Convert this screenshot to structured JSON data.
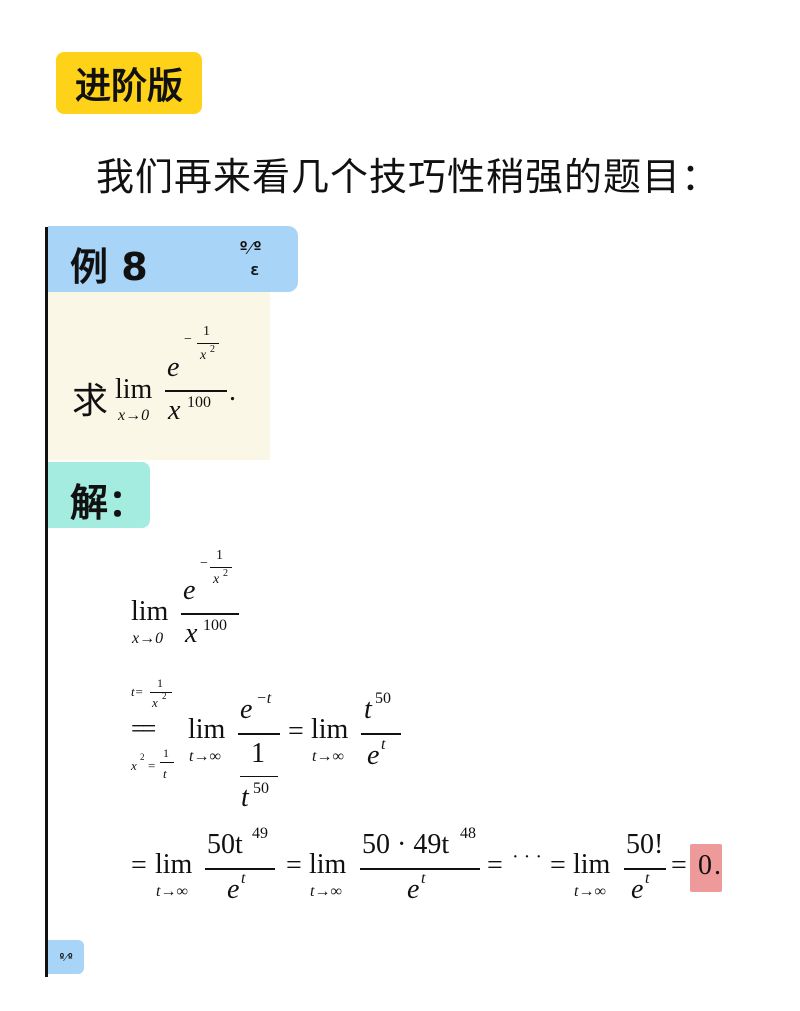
{
  "badge": {
    "label": "进阶版",
    "color": "#FFD21A"
  },
  "intro": {
    "text": "我们再来看几个技巧性稍强的题目："
  },
  "example": {
    "title": "例 8",
    "face_eyes": "º⁄º",
    "face_mouth": "ε",
    "problem_prefix": "求",
    "problem_expr": {
      "lim": "lim",
      "sub": "x→0",
      "num_base": "e",
      "num_exp_sign": "−",
      "num_exp_top": "1",
      "num_exp_bot": "x",
      "num_exp_bot_pow": "2",
      "den_base": "x",
      "den_pow": "100",
      "end": "."
    }
  },
  "solution": {
    "title": "解：",
    "line1": {
      "lim": "lim",
      "sub": "x→0",
      "num_base": "e",
      "num_exp_sign": "−",
      "num_exp_top": "1",
      "num_exp_bot": "x",
      "num_exp_bot_pow": "2",
      "den_base": "x",
      "den_pow": "100"
    },
    "line2": {
      "sub_above_lhs": "t=",
      "sub_above_top": "1",
      "sub_above_bot": "x",
      "sub_above_pow": "2",
      "eq": "==",
      "sub_below_lhs": "x",
      "sub_below_pow": "2",
      "sub_below_eq": "=",
      "sub_below_top": "1",
      "sub_below_bot": "t",
      "lim1": "lim",
      "lim1_sub": "t→∞",
      "num1_base": "e",
      "num1_exp": "−t",
      "den1_top": "1",
      "den1_bot": "t",
      "den1_pow": "50",
      "eq2": "=",
      "lim2": "lim",
      "lim2_sub": "t→∞",
      "num2_base": "t",
      "num2_pow": "50",
      "den2_base": "e",
      "den2_pow": "t"
    },
    "line3": {
      "eq1": "=",
      "lim1": "lim",
      "sub1": "t→∞",
      "num1": "50t",
      "num1_pow": "49",
      "den1_base": "e",
      "den1_pow": "t",
      "eq2": "=",
      "lim2": "lim",
      "sub2": "t→∞",
      "num2": "50 · 49t",
      "num2_pow": "48",
      "den2_base": "e",
      "den2_pow": "t",
      "eq3": "=",
      "dots": "· · ·",
      "eq4": "=",
      "lim3": "lim",
      "sub3": "t→∞",
      "num3": "50!",
      "den3_base": "e",
      "den3_pow": "t",
      "eq5": "=",
      "result": "0",
      "end": ".",
      "highlight_color": "#EE9A9A"
    }
  },
  "footer": {
    "face": "º⁄º"
  }
}
